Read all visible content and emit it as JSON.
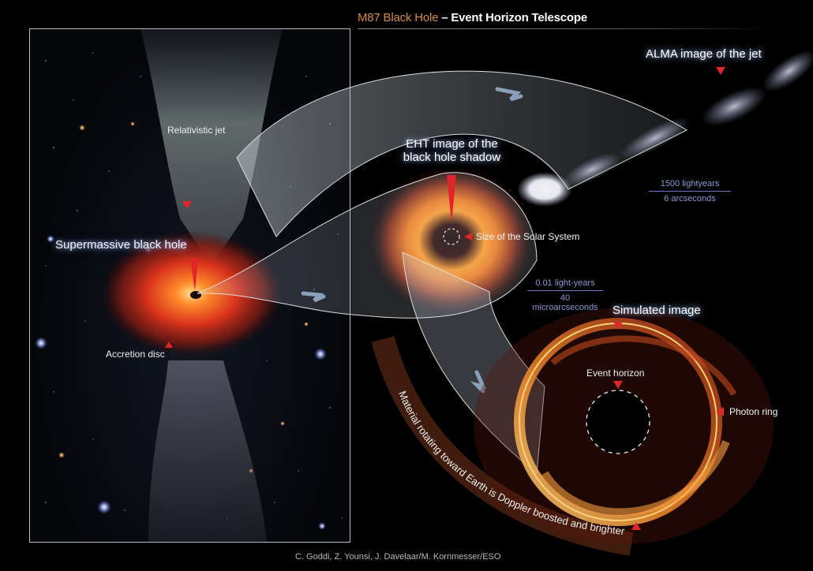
{
  "title": {
    "part1": "M87 Black Hole",
    "part2": "– Event Horizon Telescope",
    "part1_color": "#d98a45"
  },
  "left_panel": {
    "labels": {
      "relativistic_jet": "Relativistic jet",
      "supermassive_black_hole": "Supermassive black hole",
      "accretion_disc": "Accretion disc"
    }
  },
  "alma": {
    "label": "ALMA image of the jet",
    "scale_top": "1500 lightyears",
    "scale_bottom": "6 arcseconds"
  },
  "eht": {
    "label_line1": "EHT image of the",
    "label_line2": "black hole shadow",
    "solar_system_label": "Size of the Solar System",
    "scale_top": "0.01 light-years",
    "scale_bottom": "40 microarcseconds"
  },
  "simulated": {
    "label": "Simulated image",
    "event_horizon": "Event horizon",
    "photon_ring": "Photon ring",
    "doppler_text": "Material rotating toward Earth is Doppler boosted and brighter"
  },
  "credit": "C. Goddi, Z. Younsi, J. Davelaar/M. Kornmesser/ESO",
  "colors": {
    "marker_red": "#e0262b",
    "scale_blue": "#8f97d6",
    "ring_orange": "#f08a2a"
  }
}
